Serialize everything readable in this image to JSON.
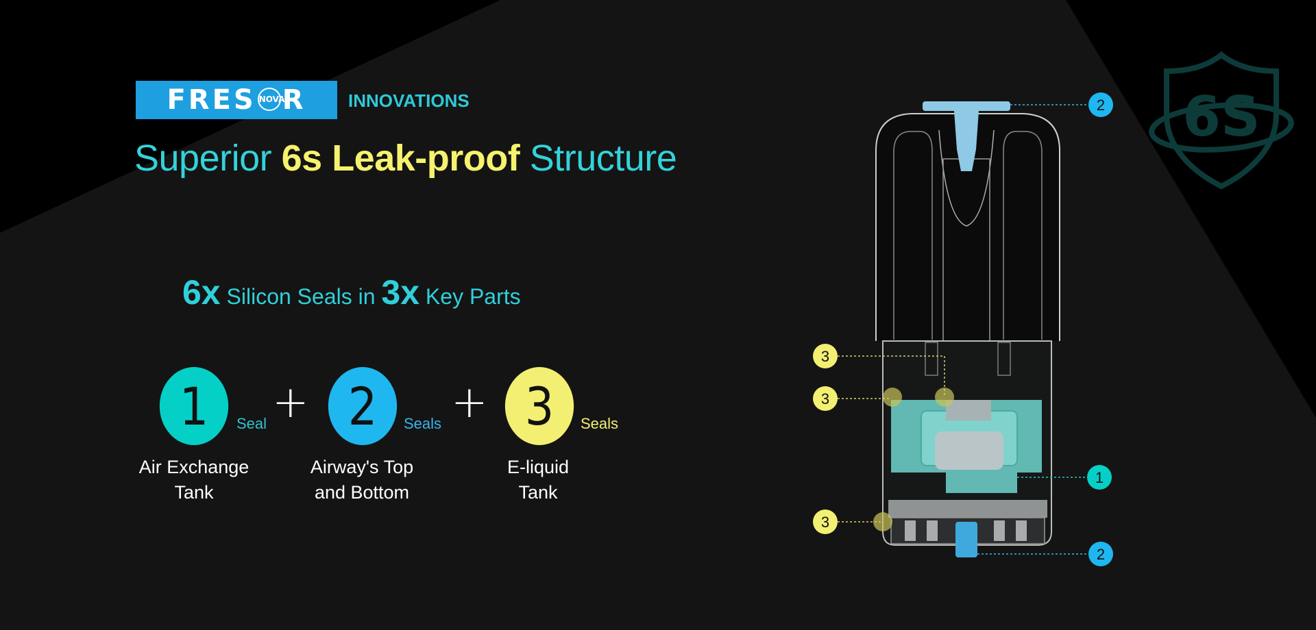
{
  "brand": {
    "logo_text_left": "FRES",
    "logo_text_nova": "NOVA",
    "logo_text_right": "R",
    "tagline": "INNOVATIONS"
  },
  "headline": {
    "part1": "Superior ",
    "highlight": "6s Leak-proof",
    "part2": " Structure"
  },
  "subline": {
    "n1": "6x",
    "t1": " Silicon Seals in ",
    "n2": "3x",
    "t2": " Key Parts"
  },
  "seals": [
    {
      "number": "1",
      "word": "Seal",
      "name_line1": "Air Exchange",
      "name_line2": "Tank"
    },
    {
      "number": "2",
      "word": "Seals",
      "name_line1": "Airway's Top",
      "name_line2": "and Bottom"
    },
    {
      "number": "3",
      "word": "Seals",
      "name_line1": "E-liquid",
      "name_line2": "Tank"
    }
  ],
  "plus_sign": "+",
  "badge": {
    "text": "6S"
  },
  "callouts": [
    {
      "number": "2",
      "part": "top airway"
    },
    {
      "number": "3",
      "part": "upper tank seal"
    },
    {
      "number": "3",
      "part": "tank seal"
    },
    {
      "number": "1",
      "part": "air exchange tank"
    },
    {
      "number": "3",
      "part": "lower tank seal"
    },
    {
      "number": "2",
      "part": "bottom airway"
    }
  ],
  "colors": {
    "teal": "#05d0c7",
    "blue": "#1fb7ef",
    "yellow": "#f3ef73",
    "brand_blue": "#1e9fe0"
  }
}
